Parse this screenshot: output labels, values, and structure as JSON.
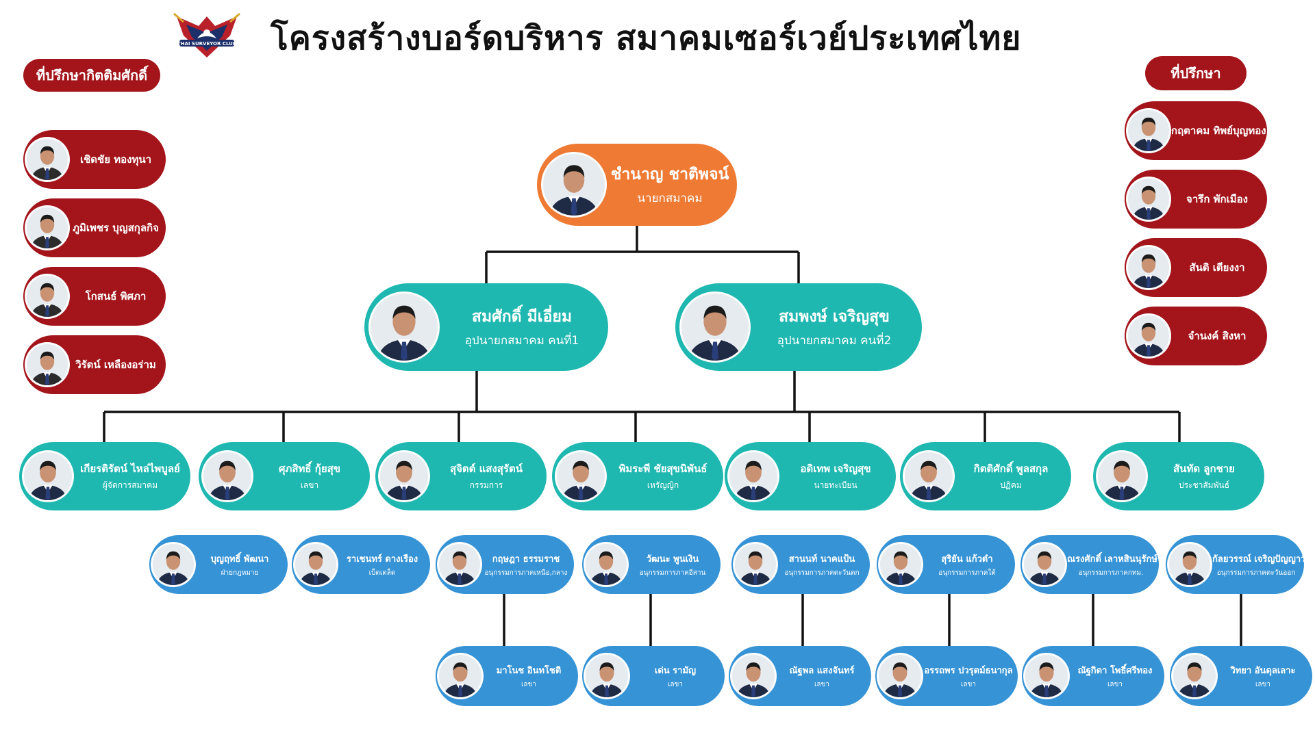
{
  "header": {
    "title": "โครงสร้างบอร์ดบริหาร สมาคมเซอร์เวย์ประเทศไทย",
    "logo_text": "THAI SURVEYOR CLUB"
  },
  "colors": {
    "president": "#ee7a34",
    "teal": "#1fb8b1",
    "blue": "#3593d6",
    "maroon": "#a3151b",
    "line": "#111111"
  },
  "honorary": {
    "label": "ที่ปรึกษากิตติมศักดิ์",
    "members": [
      {
        "name": "เชิดชัย ทองทุนา"
      },
      {
        "name": "ภูมิเพชร บุญสกุลกิจ"
      },
      {
        "name": "โกสนธ์ พิศภา"
      },
      {
        "name": "วิรัตน์ เหลืองอร่าม"
      }
    ]
  },
  "advisors": {
    "label": "ที่ปรึกษา",
    "members": [
      {
        "name": "กฤตาคม  ทิพย์บุญทอง"
      },
      {
        "name": "จารึก พักเมือง"
      },
      {
        "name": "สันติ เตียงงา"
      },
      {
        "name": "จำนงค์ สิงหา"
      }
    ]
  },
  "president": {
    "name": "ชำนาญ ชาติพจน์",
    "role": "นายกสมาคม"
  },
  "vice_presidents": [
    {
      "name": "สมศักดิ์ มีเอี่ยม",
      "role": "อุปนายกสมาคม คนที่1"
    },
    {
      "name": "สมพงษ์ เจริญสุข",
      "role": "อุปนายกสมาคม คนที่2"
    }
  ],
  "committee": [
    {
      "name": "เกียรติรัตน์ ไหล่ไพบูลย์",
      "role": "ผู้จัดการสมาคม"
    },
    {
      "name": "ศุภสิทธิ์ กุ้ยสุข",
      "role": "เลขา"
    },
    {
      "name": "สุจิตต์ แสงสุรัตน์",
      "role": "กรรมการ"
    },
    {
      "name": "พิมระพี ชัยสุขนิพันธ์",
      "role": "เหรัญญิก"
    },
    {
      "name": "อดิเทพ เจริญสุข",
      "role": "นายทะเบียน"
    },
    {
      "name": "กิตติศักดิ์ พูลสกุล",
      "role": "ปฏิคม"
    },
    {
      "name": "สันทัด ลูกชาย",
      "role": "ประชาสัมพันธ์"
    }
  ],
  "subcommittee": [
    {
      "name": "บุญฤทธิ์ พัฒนา",
      "role": "ฝ่ายกฎหมาย"
    },
    {
      "name": "ราเชนทร์ ดางเรือง",
      "role": "เบ็ดเตล็ด"
    },
    {
      "name": "กฤษฎา ธรรมราช",
      "role": "อนุกรรมการภาคเหนือ,กลาง"
    },
    {
      "name": "วัฒนะ พูนเงิน",
      "role": "อนุกรรมการภาคอีสาน"
    },
    {
      "name": "สานนท์ นาคแป้น",
      "role": "อนุกรรมการภาคตะวันตก"
    },
    {
      "name": "สุริยัน แก้วดำ",
      "role": "อนุกรรมการภาคใต้"
    },
    {
      "name": "ณรงศักดิ์ เลาหสินนุรักษ์",
      "role": "อนุกรรมการภาคกทม."
    },
    {
      "name": "กัลยวรรณ์ เจริญปัญญาวัฒ",
      "role": "อนุกรรมการภาคตะวันออก"
    }
  ],
  "secretaries": [
    {
      "name": "มาโนช อินทโชติ",
      "role": "เลขา"
    },
    {
      "name": "เด่น รามัญ",
      "role": "เลขา"
    },
    {
      "name": "ณัฐพล แสงจันทร์",
      "role": "เลขา"
    },
    {
      "name": "อรรถพร ปวรุตม์ธนากุล",
      "role": "เลขา"
    },
    {
      "name": "ณัฐกิตา โพธิ์ศรีทอง",
      "role": "เลขา"
    },
    {
      "name": "วิทยา อันดุลเลาะ",
      "role": "เลขา"
    }
  ]
}
